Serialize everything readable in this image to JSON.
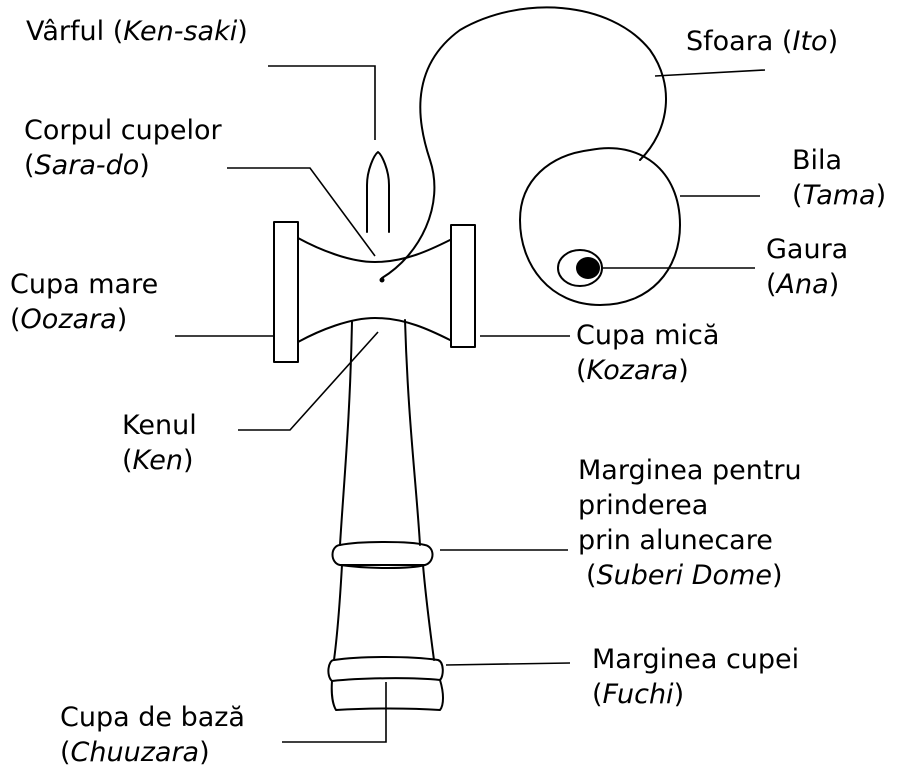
{
  "diagram": {
    "parts": {
      "varful": {
        "name": "Vârful (",
        "term": "Ken-saki",
        "close": ")"
      },
      "sfoara": {
        "name": "Sfoara (",
        "term": "Ito",
        "close": ")"
      },
      "corpul_line1": "Corpul cupelor",
      "corpul": {
        "open": "(",
        "term": "Sara-do",
        "close": ")"
      },
      "bila_line1": "Bila",
      "bila": {
        "open": "(",
        "term": "Tama",
        "close": ")"
      },
      "gaura_line1": "Gaura",
      "gaura": {
        "open": "(",
        "term": "Ana",
        "close": ")"
      },
      "cupa_mare_line1": "Cupa mare",
      "cupa_mare": {
        "open": "(",
        "term": "Oozara",
        "close": ")"
      },
      "cupa_mica_line1": "Cupa mică",
      "cupa_mica": {
        "open": "(",
        "term": "Kozara",
        "close": ")"
      },
      "kenul_line1": "Kenul",
      "kenul": {
        "open": "(",
        "term": "Ken",
        "close": ")"
      },
      "marginea_line1": "Marginea pentru",
      "marginea_line2": "prinderea",
      "marginea_line3": "prin alunecare",
      "marginea": {
        "open": "(",
        "term": "Suberi Dome",
        "close": ")"
      },
      "fuchi_line1": "Marginea cupei",
      "fuchi": {
        "open": "(",
        "term": "Fuchi",
        "close": ")"
      },
      "baza_line1": "Cupa de bază",
      "baza": {
        "open": "(",
        "term": "Chuuzara",
        "close": ")"
      }
    }
  }
}
